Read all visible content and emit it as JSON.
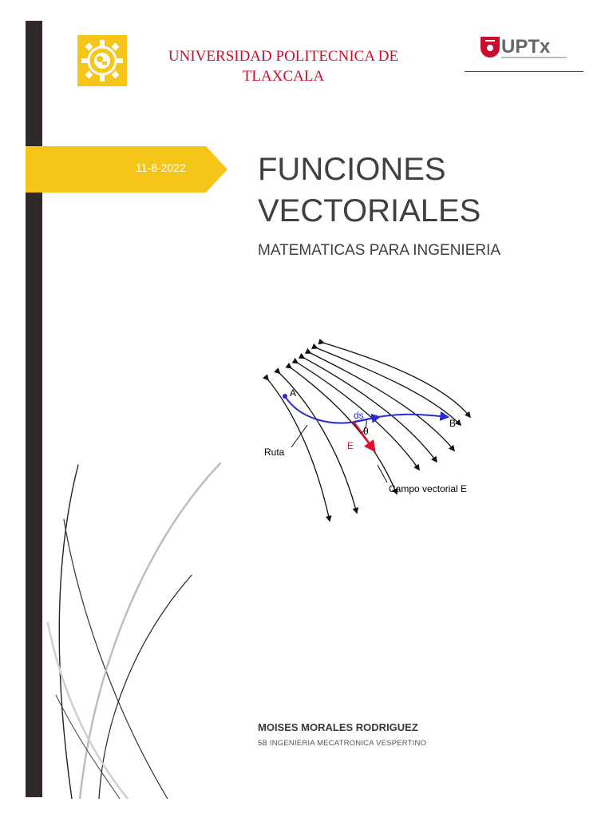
{
  "header": {
    "university_line1": "UNIVERSIDAD POLITECNICA DE",
    "university_line2": "TLAXCALA",
    "logo_text": "UPTx"
  },
  "date": "11-8-2022",
  "title": {
    "line1": "FUNCIONES",
    "line2": "VECTORIALES"
  },
  "subtitle": "MATEMATICAS PARA INGENIERIA",
  "figure": {
    "label_a": "A",
    "label_b": "B",
    "label_ds": "ds",
    "label_theta": "θ",
    "label_e": "E",
    "label_ruta": "Ruta",
    "label_field": "Campo vectorial E"
  },
  "author": {
    "name": "MOISES MORALES RODRIGUEZ",
    "course": "5B INGENIERIA MECATRONICA  VESPERTINO"
  },
  "colors": {
    "accent_yellow": "#f5c518",
    "accent_red": "#c8102e",
    "sidebar": "#2f2a27",
    "path_blue": "#2a2ad0"
  }
}
